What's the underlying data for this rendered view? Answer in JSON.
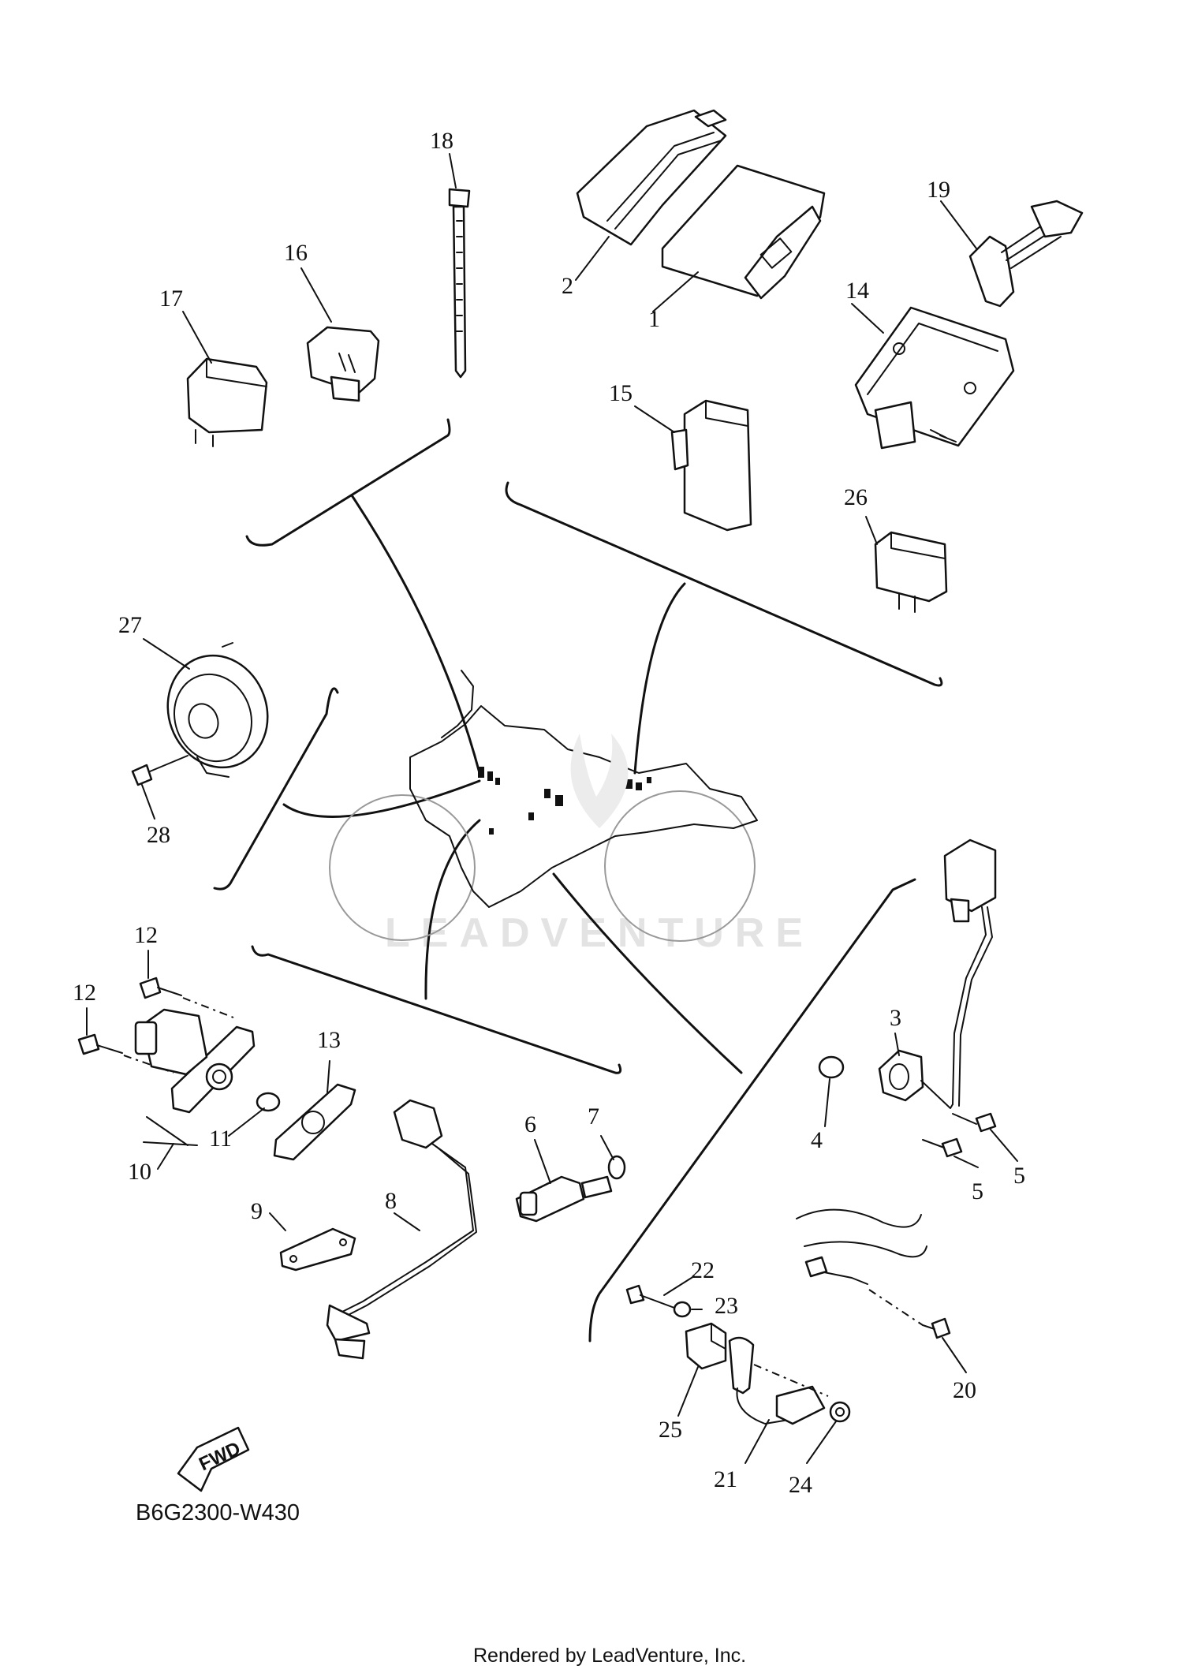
{
  "diagram": {
    "code": "B6G2300-W430",
    "footer": "Rendered by LeadVenture, Inc.",
    "watermark": "LEADVENTURE",
    "fwd_label": "FWD"
  },
  "callouts": {
    "c1": "1",
    "c2": "2",
    "c3": "3",
    "c4": "4",
    "c5a": "5",
    "c5b": "5",
    "c6": "6",
    "c7": "7",
    "c8": "8",
    "c9": "9",
    "c10": "10",
    "c11": "11",
    "c12a": "12",
    "c12b": "12",
    "c13": "13",
    "c14": "14",
    "c15": "15",
    "c16": "16",
    "c17": "17",
    "c18": "18",
    "c19": "19",
    "c20": "20",
    "c21": "21",
    "c22": "22",
    "c23": "23",
    "c24": "24",
    "c25": "25",
    "c26": "26",
    "c27": "27",
    "c28": "28"
  }
}
